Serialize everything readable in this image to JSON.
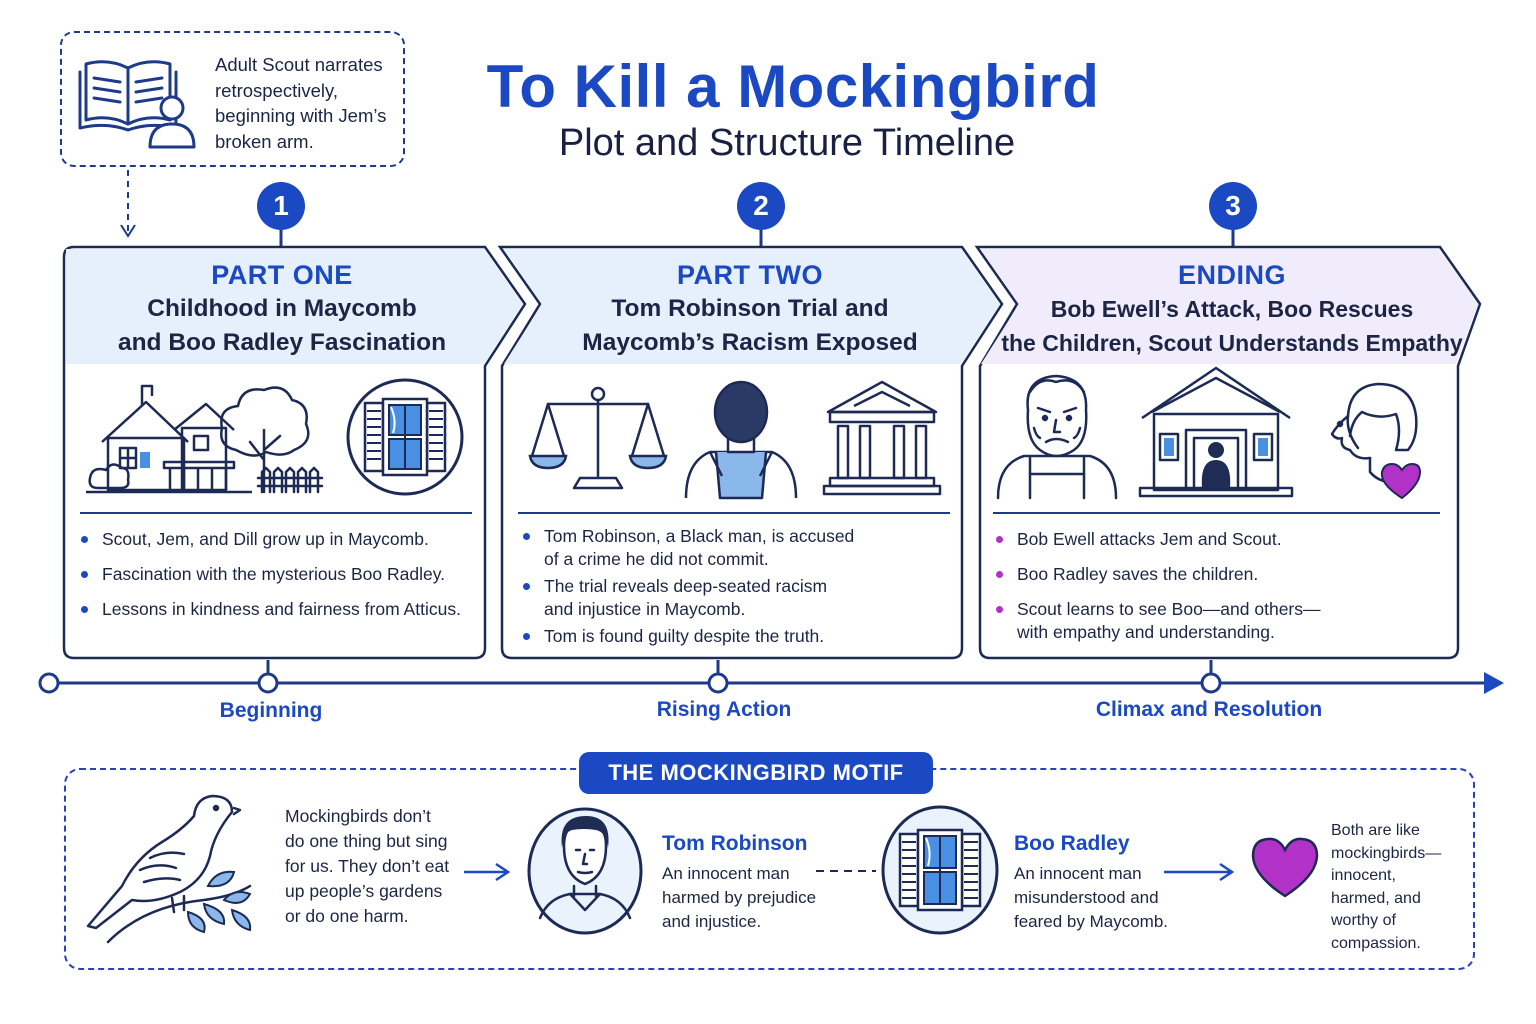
{
  "header": {
    "title": "To Kill a Mockingbird",
    "subtitle": "Plot and Structure Timeline"
  },
  "note": {
    "text": "Adult Scout narrates retrospectively, beginning with Jem’s broken arm."
  },
  "parts": [
    {
      "number": "1",
      "label": "PART ONE",
      "title_line1": "Childhood in Maycomb",
      "title_line2": "and Boo Radley Fascination",
      "bullets": [
        "Scout, Jem, and Dill grow up in Maycomb.",
        "Fascination with the mysterious Boo Radley.",
        "Lessons in kindness and fairness from Atticus."
      ],
      "phase": "Beginning",
      "icons": [
        "house-icon",
        "tree-icon",
        "fence-icon",
        "window-icon"
      ]
    },
    {
      "number": "2",
      "label": "PART TWO",
      "title_line1": "Tom Robinson Trial and",
      "title_line2": "Maycomb’s Racism Exposed",
      "bullets": [
        "Tom Robinson, a Black man, is accused of a crime he did not commit.",
        "The trial reveals deep-seated racism and injustice in Maycomb.",
        "Tom is found guilty despite the truth."
      ],
      "phase": "Rising Action",
      "icons": [
        "scales-icon",
        "man-back-icon",
        "courthouse-icon"
      ]
    },
    {
      "number": "3",
      "label": "ENDING",
      "title_line1": "Bob Ewell’s Attack, Boo Rescues",
      "title_line2": "the Children, Scout Understands Empathy",
      "bullets": [
        "Bob Ewell attacks Jem and Scout.",
        "Boo Radley saves the children.",
        "Scout learns to see Boo—and others—with empathy and understanding."
      ],
      "phase": "Climax and Resolution",
      "icons": [
        "angry-man-icon",
        "house-figure-icon",
        "girl-icon",
        "heart-icon"
      ]
    }
  ],
  "motif": {
    "label": "THE MOCKINGBIRD MOTIF",
    "quote": "Mockingbirds don’t do one thing but sing for us. They don’t eat up people’s gardens or do one harm.",
    "tom": {
      "name": "Tom Robinson",
      "desc": "An innocent man harmed by prejudice and injustice."
    },
    "boo": {
      "name": "Boo Radley",
      "desc": "An innocent man misunderstood and feared by Maycomb."
    },
    "conclusion": "Both are like mockingbirds—innocent, harmed, and worthy of compassion."
  },
  "colors": {
    "accent": "#1b49c4",
    "navy": "#1e3a8a",
    "part1_header": "#e6f0fc",
    "part2_header": "#e6f0fc",
    "part3_header": "#f1ecfb",
    "purple": "#b232c8",
    "light_blue": "#8bb8ea"
  }
}
